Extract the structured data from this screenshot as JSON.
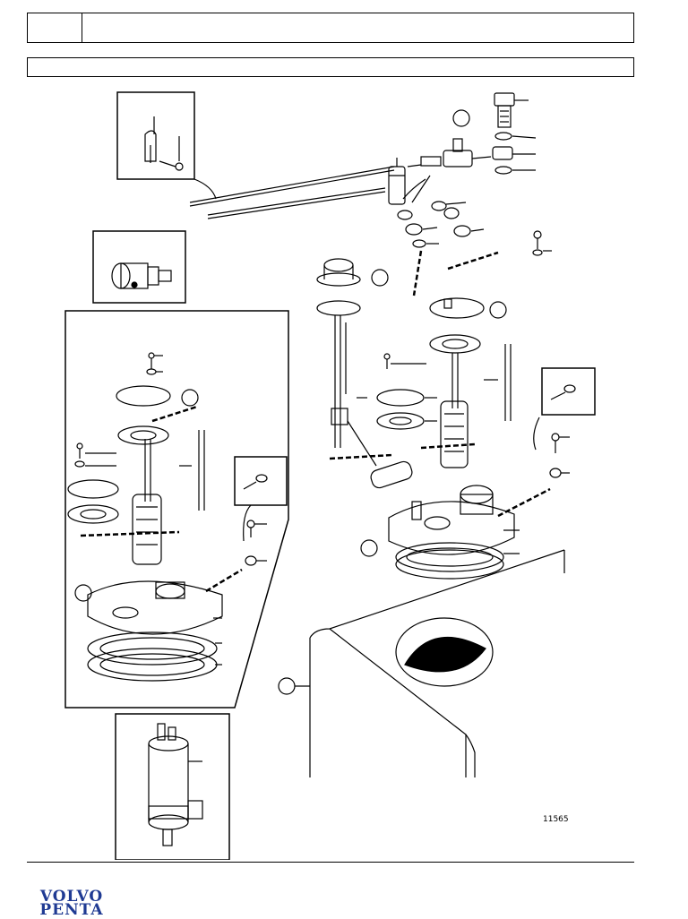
{
  "header": {
    "part_number": "",
    "title": ""
  },
  "subheader": {
    "text": ""
  },
  "figure": {
    "illustration_number": "11565"
  },
  "logo": {
    "line1": "VOLVO",
    "line2": "PENTA",
    "color": "#1f3a93"
  }
}
